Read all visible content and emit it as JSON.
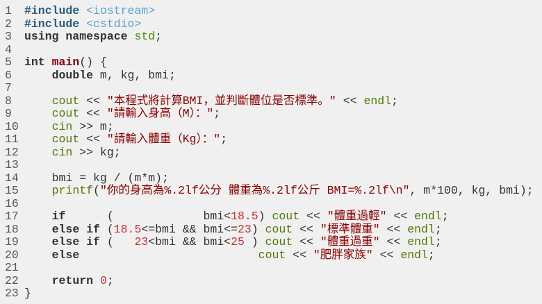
{
  "editor": {
    "lines": [
      [
        [
          "pp",
          "#include"
        ],
        [
          "op",
          " "
        ],
        [
          "inc",
          "<iostream>"
        ]
      ],
      [
        [
          "pp",
          "#include"
        ],
        [
          "op",
          " "
        ],
        [
          "inc",
          "<cstdio>"
        ]
      ],
      [
        [
          "kw",
          "using namespace"
        ],
        [
          "op",
          " "
        ],
        [
          "ns",
          "std"
        ],
        [
          "op",
          ";"
        ]
      ],
      [],
      [
        [
          "kw",
          "int"
        ],
        [
          "op",
          " "
        ],
        [
          "fn",
          "main"
        ],
        [
          "op",
          "() {"
        ]
      ],
      [
        [
          "op",
          "    "
        ],
        [
          "kw",
          "double"
        ],
        [
          "op",
          " m, kg, bmi;"
        ]
      ],
      [],
      [
        [
          "op",
          "    "
        ],
        [
          "io",
          "cout"
        ],
        [
          "op",
          " << "
        ],
        [
          "str",
          "\"本程式將計算BMI，並判斷體位是否標準。\""
        ],
        [
          "op",
          " << "
        ],
        [
          "io",
          "endl"
        ],
        [
          "op",
          ";"
        ]
      ],
      [
        [
          "op",
          "    "
        ],
        [
          "io",
          "cout"
        ],
        [
          "op",
          " << "
        ],
        [
          "str",
          "\"請輸入身高（M）：\""
        ],
        [
          "op",
          ";"
        ]
      ],
      [
        [
          "op",
          "    "
        ],
        [
          "io",
          "cin"
        ],
        [
          "op",
          " >> m;"
        ]
      ],
      [
        [
          "op",
          "    "
        ],
        [
          "io",
          "cout"
        ],
        [
          "op",
          " << "
        ],
        [
          "str",
          "\"請輸入體重（Kg）：\""
        ],
        [
          "op",
          ";"
        ]
      ],
      [
        [
          "op",
          "    "
        ],
        [
          "io",
          "cin"
        ],
        [
          "op",
          " >> kg;"
        ]
      ],
      [],
      [
        [
          "op",
          "    bmi = kg / (m*m);"
        ]
      ],
      [
        [
          "op",
          "    "
        ],
        [
          "io",
          "printf"
        ],
        [
          "op",
          "("
        ],
        [
          "str",
          "\"你的身高為%.2lf公分 體重為%.2lf公斤 BMI=%.2lf\\n\""
        ],
        [
          "op",
          ", m*100, kg, bmi);"
        ]
      ],
      [],
      [
        [
          "op",
          "    "
        ],
        [
          "kw",
          "if"
        ],
        [
          "op",
          "      (             bmi<"
        ],
        [
          "num",
          "18.5"
        ],
        [
          "op",
          ") "
        ],
        [
          "io",
          "cout"
        ],
        [
          "op",
          " << "
        ],
        [
          "str",
          "\"體重過輕\""
        ],
        [
          "op",
          " << "
        ],
        [
          "io",
          "endl"
        ],
        [
          "op",
          ";"
        ]
      ],
      [
        [
          "op",
          "    "
        ],
        [
          "kw",
          "else if"
        ],
        [
          "op",
          " ("
        ],
        [
          "num",
          "18.5"
        ],
        [
          "op",
          "<=bmi && bmi<="
        ],
        [
          "num",
          "23"
        ],
        [
          "op",
          ") "
        ],
        [
          "io",
          "cout"
        ],
        [
          "op",
          " << "
        ],
        [
          "str",
          "\"標準體重\""
        ],
        [
          "op",
          " << "
        ],
        [
          "io",
          "endl"
        ],
        [
          "op",
          ";"
        ]
      ],
      [
        [
          "op",
          "    "
        ],
        [
          "kw",
          "else if"
        ],
        [
          "op",
          " (   "
        ],
        [
          "num",
          "23"
        ],
        [
          "op",
          "<bmi && bmi<"
        ],
        [
          "num",
          "25"
        ],
        [
          "op",
          " ) "
        ],
        [
          "io",
          "cout"
        ],
        [
          "op",
          " << "
        ],
        [
          "str",
          "\"體重過重\""
        ],
        [
          "op",
          " << "
        ],
        [
          "io",
          "endl"
        ],
        [
          "op",
          ";"
        ]
      ],
      [
        [
          "op",
          "    "
        ],
        [
          "kw",
          "else"
        ],
        [
          "op",
          "                          "
        ],
        [
          "io",
          "cout"
        ],
        [
          "op",
          " << "
        ],
        [
          "str",
          "\"肥胖家族\""
        ],
        [
          "op",
          " << "
        ],
        [
          "io",
          "endl"
        ],
        [
          "op",
          ";"
        ]
      ],
      [],
      [
        [
          "op",
          "    "
        ],
        [
          "kw",
          "return"
        ],
        [
          "op",
          " "
        ],
        [
          "num",
          "0"
        ],
        [
          "op",
          ";"
        ]
      ],
      [
        [
          "op",
          "}"
        ]
      ]
    ],
    "line_numbers": [
      "1",
      "2",
      "3",
      "4",
      "5",
      "6",
      "7",
      "8",
      "9",
      "10",
      "11",
      "12",
      "13",
      "14",
      "15",
      "16",
      "17",
      "18",
      "19",
      "20",
      "21",
      "22",
      "23"
    ]
  }
}
